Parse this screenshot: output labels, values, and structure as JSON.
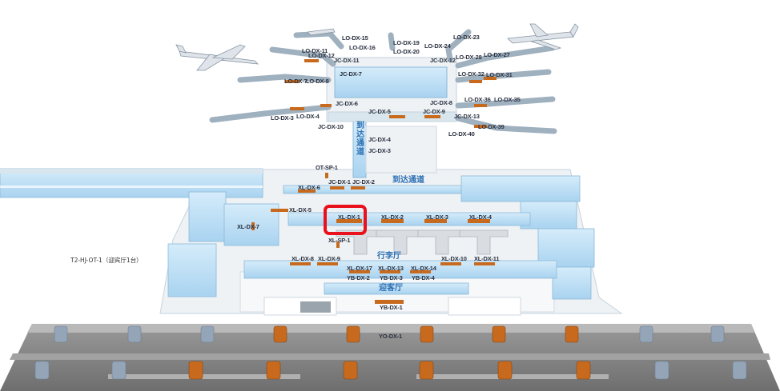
{
  "highlight": {
    "target": "XL-DX-1",
    "color": "#e8111c"
  },
  "colors": {
    "glass": "#bfe1f6",
    "walls": "#d9e6ee",
    "pipe": "#c4d2dc",
    "device": "#c86a1e",
    "road": "#8a8a8a",
    "pillar": "#96a6b8"
  },
  "icons": [
    "airplane-icon",
    "airplane-icon",
    "airplane-icon"
  ],
  "zones": {
    "arrival_corridor": "到达通道",
    "arrival_corridor_vertical": "到达通道",
    "baggage_hall": "行李厅",
    "greeting_hall": "迎客厅"
  },
  "side_note": "T2-HJ-OT-1（迎宾厅1台）",
  "labels": {
    "lo15": "LO-DX-15",
    "lo16": "LO-DX-16",
    "lo19": "LO-DX-19",
    "lo20": "LO-DX-20",
    "lo23": "LO-DX-23",
    "lo24": "LO-DX-24",
    "lo11": "LO-DX-11",
    "lo12": "LO-DX-12",
    "jc11": "JC-DX-11",
    "jc12": "JC-DX-12",
    "lo28": "LO-DX-28",
    "lo27": "LO-DX-27",
    "jc7": "JC-DX-7",
    "lo32": "LO-DX-32",
    "lo31": "LO-DX-31",
    "lo7": "LO-DX-7",
    "lo8": "LO-DX-8",
    "jc6": "JC-DX-6",
    "jc5": "JC-DX-5",
    "jc8": "JC-DX-8",
    "lo36": "LO-DX-36",
    "lo35": "LO-DX-35",
    "lo3": "LO-DX-3",
    "lo4": "LO-DX-4",
    "jc9": "JC-DX-9",
    "jc13": "JC-DX-13",
    "lo39": "LO-DX-39",
    "jc10": "JC-DX-10",
    "lo40": "LO-DX-40",
    "jc4": "JC-DX-4",
    "jc3": "JC-DX-3",
    "otsp1": "OT-SP-1",
    "jc1": "JC-DX-1",
    "jc2": "JC-DX-2",
    "xl6": "XL-DX-6",
    "xl5": "XL-DX-5",
    "xl1": "XL-DX-1",
    "xl2": "XL-DX-2",
    "xl3": "XL-DX-3",
    "xl4": "XL-DX-4",
    "xl7": "XL-DX-7",
    "xlsp1": "XL-SP-1",
    "xl8": "XL-DX-8",
    "xl9": "XL-DX-9",
    "xl17": "XL-DX-17",
    "xl13": "XL-DX-13",
    "xl14": "XL-DX-14",
    "xl10": "XL-DX-10",
    "xl11": "XL-DX-11",
    "yb2": "YB-DX-2",
    "yb3": "YB-DX-3",
    "yb4": "YB-DX-4",
    "yb1": "YB-DX-1",
    "yo1": "YO-DX-1"
  }
}
